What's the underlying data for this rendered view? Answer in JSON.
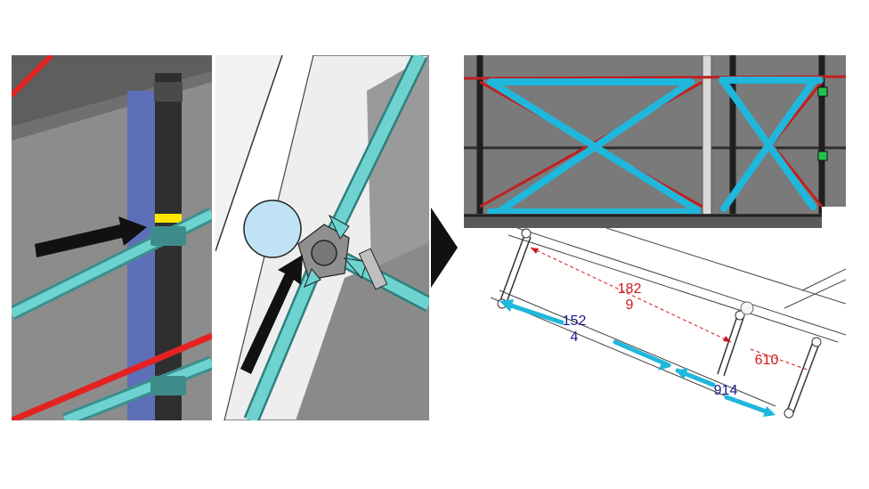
{
  "colors": {
    "pipe_cyan": "#6ed3d0",
    "brace_blue": "#1fb7dc",
    "brace_red": "#e52222",
    "dim_red": "#d01818",
    "dim_navy": "#1a1a8c",
    "standard_blue": "#5d6fb8",
    "yellow_marker": "#ffe600",
    "wall_gray": "#8a8a8a"
  },
  "icons": {
    "arrow_panel1": "arrow-right-icon",
    "arrow_panel2": "arrow-up-right-icon",
    "transition_arrow": "triangle-right-icon"
  },
  "dimensions": {
    "red_long": {
      "line1": "182",
      "line2": "9"
    },
    "navy_left": {
      "line1": "152",
      "line2": "4"
    },
    "red_short": "610",
    "navy_right": "914"
  }
}
